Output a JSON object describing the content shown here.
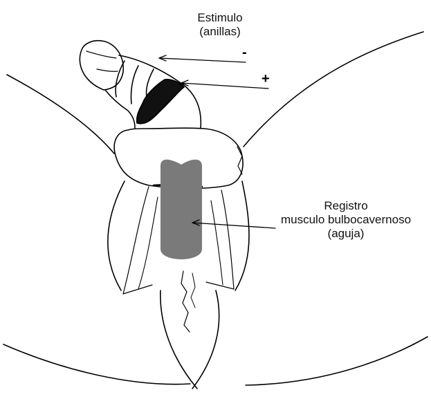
{
  "stimulus": {
    "line1": "Estimulo",
    "line2": "(anillas)",
    "minus_sign": "-",
    "plus_sign": "+"
  },
  "recording": {
    "line1": "Registro",
    "line2": "musculo bulbocavernoso",
    "line3": "(aguja)"
  },
  "colors": {
    "outline": "#000000",
    "positive_ring": "#111111",
    "needle": "#7a7a7a",
    "background": "#ffffff"
  }
}
